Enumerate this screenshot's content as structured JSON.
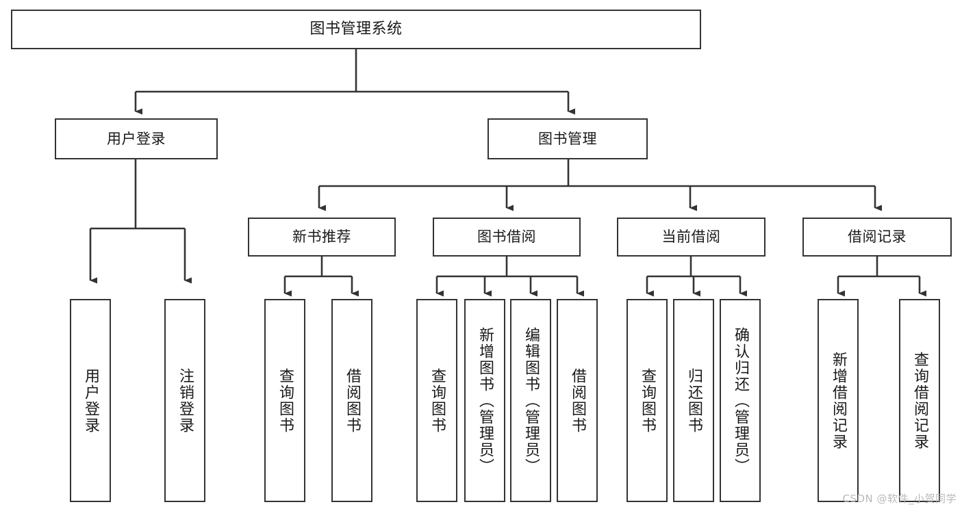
{
  "diagram": {
    "title": "图书管理系统",
    "type": "tree",
    "root": {
      "label": "图书管理系统",
      "orientation": "horizontal"
    },
    "level2": [
      {
        "label": "用户登录",
        "orientation": "horizontal"
      },
      {
        "label": "图书管理",
        "orientation": "horizontal"
      }
    ],
    "level3": [
      {
        "label": "新书推荐",
        "orientation": "horizontal"
      },
      {
        "label": "图书借阅",
        "orientation": "horizontal"
      },
      {
        "label": "当前借阅",
        "orientation": "horizontal"
      },
      {
        "label": "借阅记录",
        "orientation": "horizontal"
      }
    ],
    "leaves": {
      "user_login": [
        {
          "label": "用户登录",
          "orientation": "vertical"
        },
        {
          "label": "注销登录",
          "orientation": "vertical"
        }
      ],
      "new_book_recommend": [
        {
          "label": "查询图书",
          "orientation": "vertical"
        },
        {
          "label": "借阅图书",
          "orientation": "vertical"
        }
      ],
      "book_borrow": [
        {
          "label": "查询图书",
          "orientation": "vertical"
        },
        {
          "label": "新增图书（管理员）",
          "orientation": "vertical"
        },
        {
          "label": "编辑图书（管理员）",
          "orientation": "vertical"
        },
        {
          "label": "借阅图书",
          "orientation": "vertical"
        }
      ],
      "current_borrow": [
        {
          "label": "查询图书",
          "orientation": "vertical"
        },
        {
          "label": "归还图书",
          "orientation": "vertical"
        },
        {
          "label": "确认归还（管理员）",
          "orientation": "vertical"
        }
      ],
      "borrow_record": [
        {
          "label": "新增借阅记录",
          "orientation": "vertical"
        },
        {
          "label": "查询借阅记录",
          "orientation": "vertical"
        }
      ]
    },
    "colors": {
      "border": "#333333",
      "background": "#ffffff",
      "text": "#1a1a1a",
      "connector": "#333333",
      "watermark": "#b9b9b9"
    }
  },
  "watermark": {
    "text": "CSDN @软件_小贺同学"
  }
}
